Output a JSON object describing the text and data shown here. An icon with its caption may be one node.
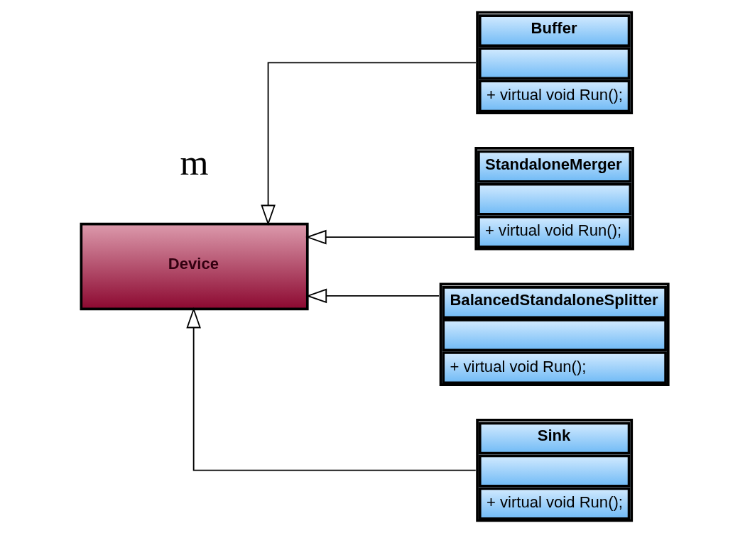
{
  "diagram": {
    "nodes": [
      {
        "text": [
          "Device"
        ]
      },
      {
        "text": [
          "Buffer",
          "+ virtual void Run();"
        ]
      },
      {
        "text": [
          "StandaloneMerger",
          "+ virtual void Run();"
        ]
      },
      {
        "text": [
          "BalancedStandaloneSplitter",
          "+ virtual void Run();"
        ]
      },
      {
        "text": [
          "Sink",
          "+ virtual void Run();"
        ]
      }
    ],
    "edges": [
      {
        "from": 1,
        "to": 0,
        "arrow": "to"
      },
      {
        "from": 2,
        "to": 0,
        "arrow": "to"
      },
      {
        "from": 3,
        "to": 0,
        "arrow": "to"
      },
      {
        "from": 4,
        "to": 0,
        "arrow": "to"
      }
    ],
    "labels": [
      "m"
    ]
  }
}
